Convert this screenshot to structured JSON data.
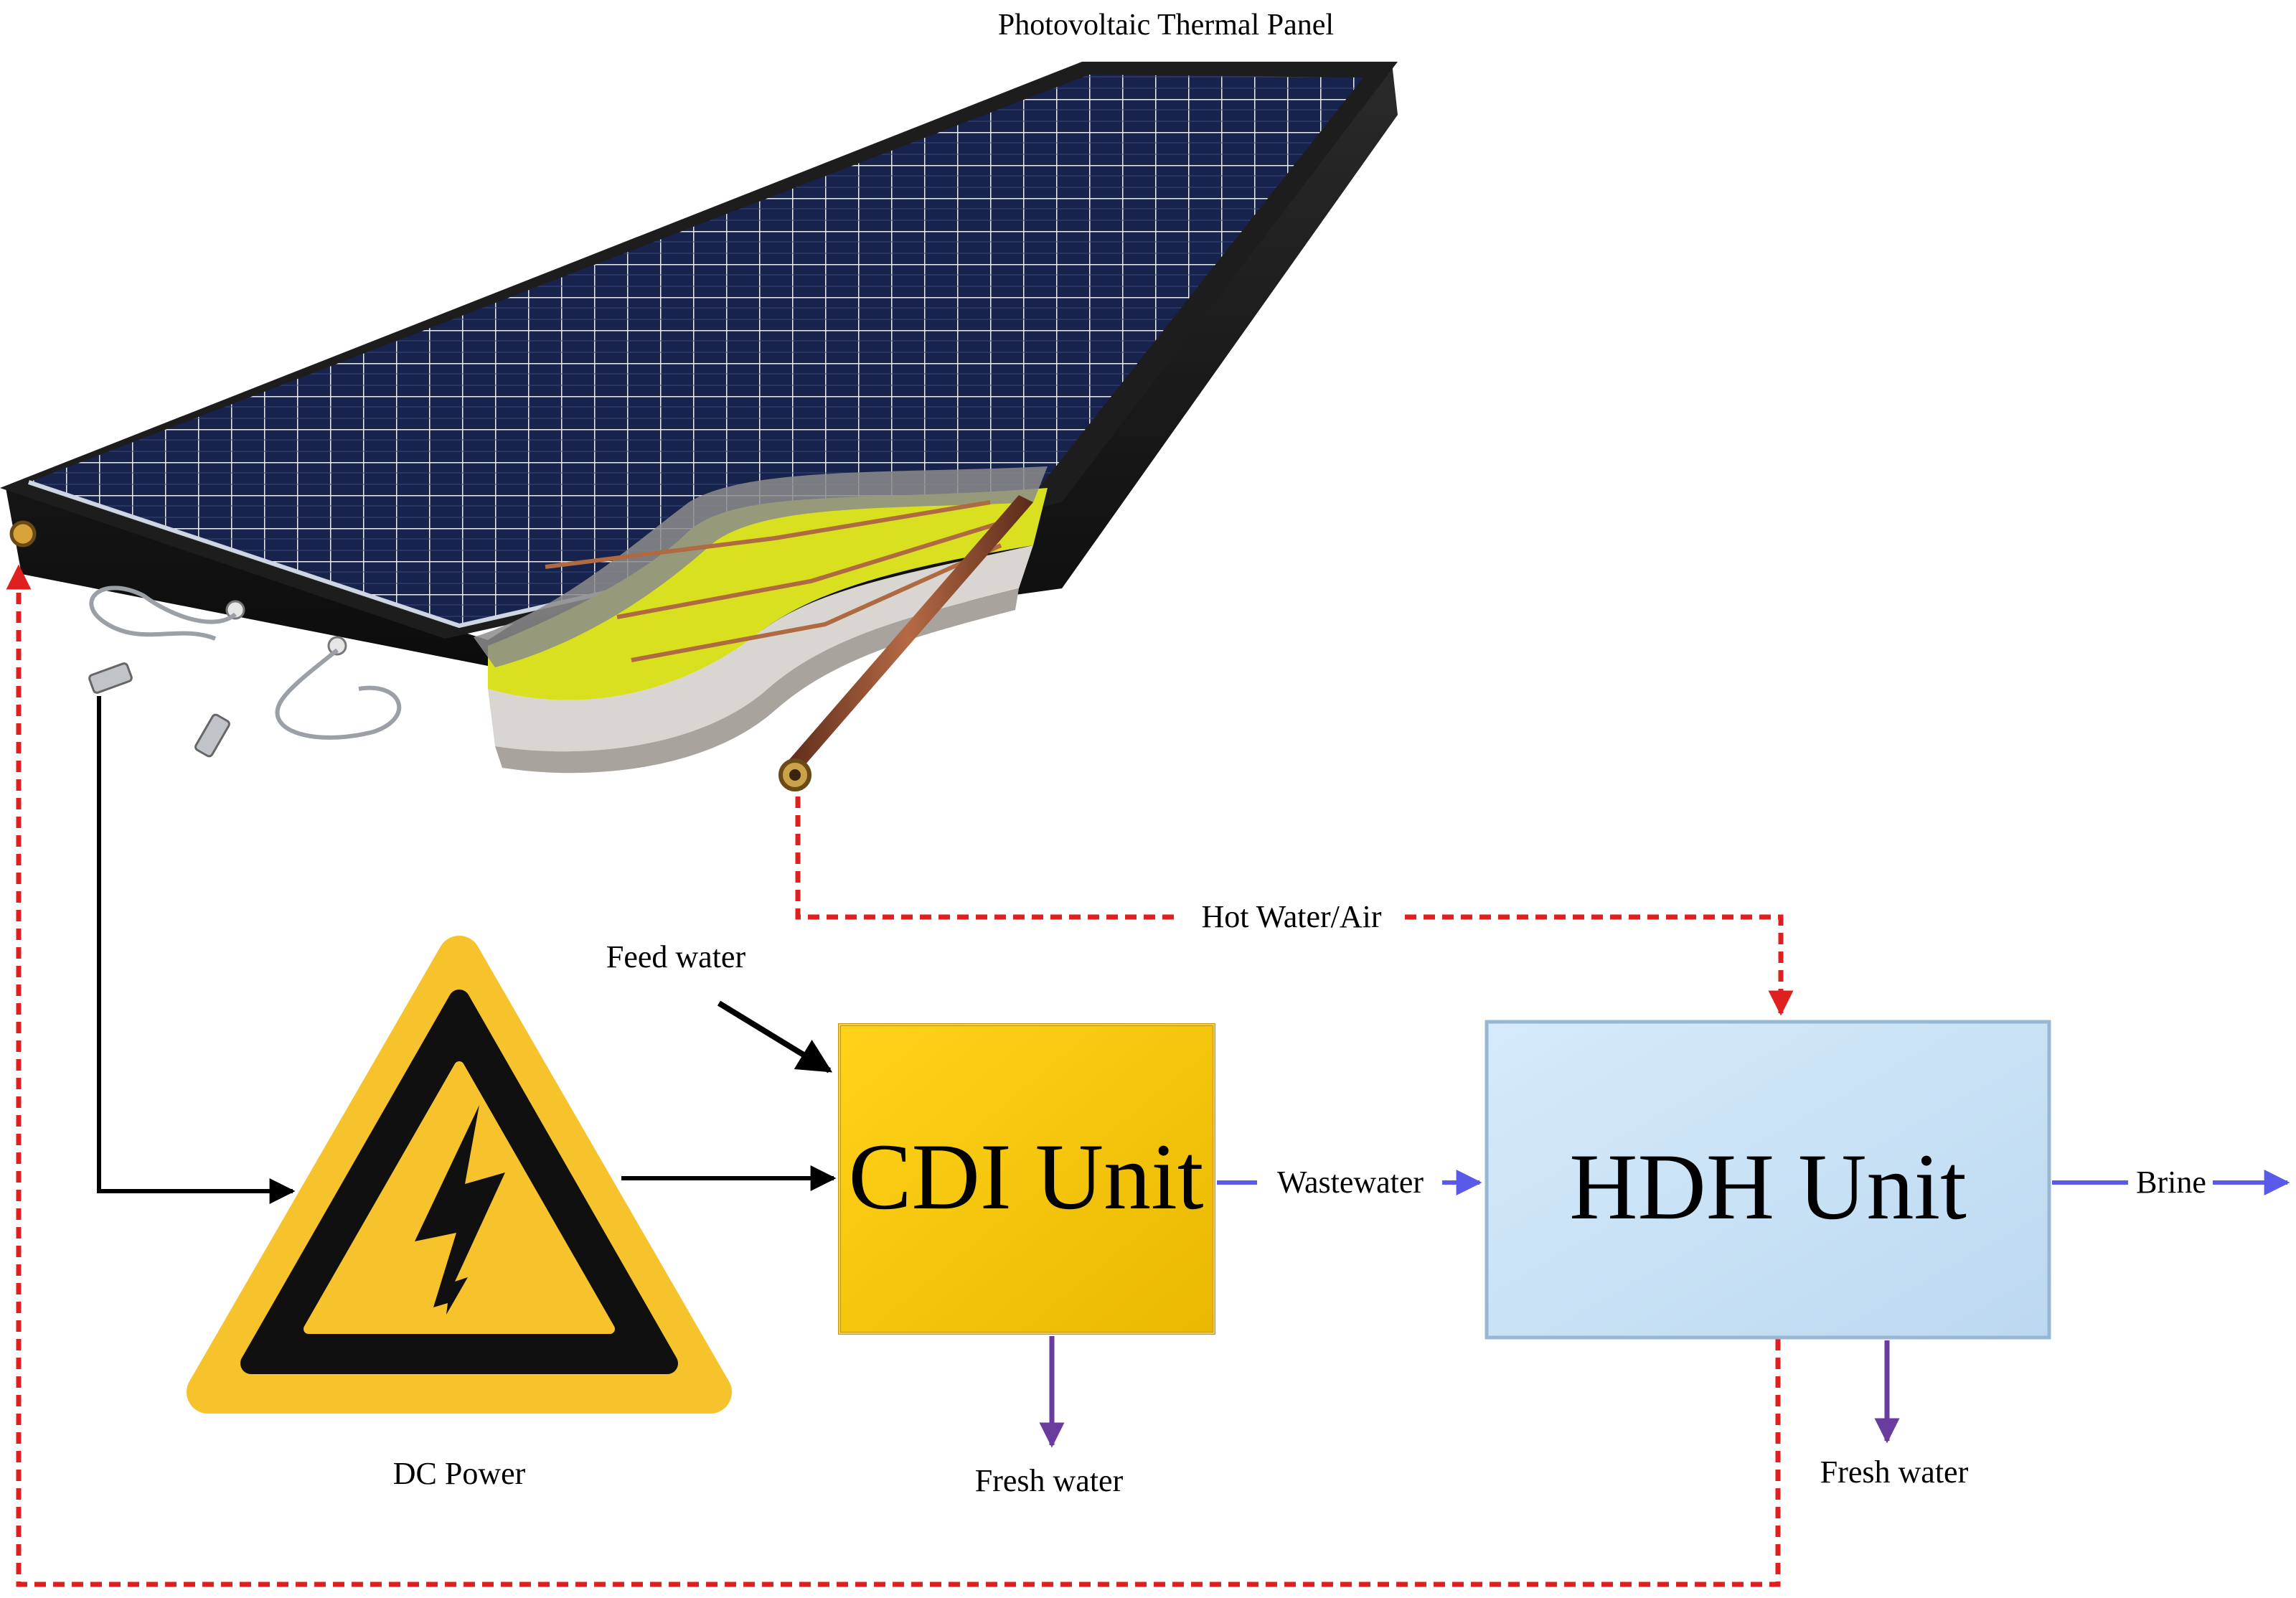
{
  "diagram": {
    "panel_title": "Photovoltaic Thermal Panel",
    "hot_flow_label": "Hot Water/Air",
    "feed_label": "Feed water",
    "dc_power_label": "DC Power",
    "cdi_unit_label": "CDI Unit",
    "hdh_unit_label": "HDH Unit",
    "wastewater_label": "Wastewater",
    "brine_label": "Brine",
    "cdi_fresh_label": "Fresh water",
    "hdh_fresh_label": "Fresh water"
  },
  "colors": {
    "cdi_fill": "#f7c400",
    "hdh_fill": "#c9e2f7",
    "warning_yellow": "#f6c32d",
    "hot_dashed": "#e01f1f",
    "water_flow": "#5a5ae8",
    "fresh_flow": "#6a3ca0",
    "electric_flow": "#000000",
    "panel_cell": "#16204a",
    "insulation": "#d8e020"
  },
  "icons": [
    "solar-panel-illustration",
    "high-voltage-warning-icon"
  ]
}
